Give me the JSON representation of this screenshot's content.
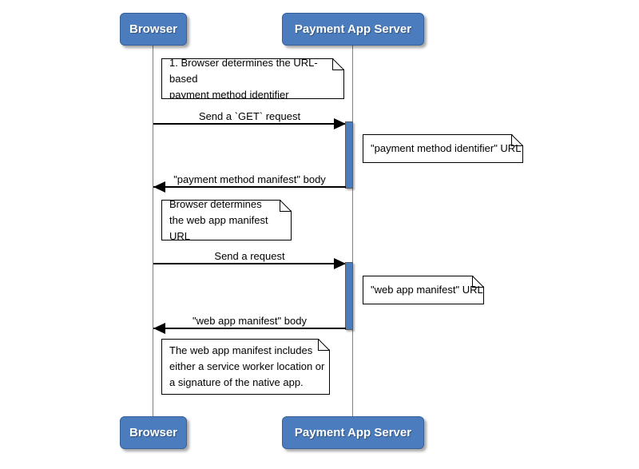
{
  "diagram_type": "uml-sequence",
  "colors": {
    "actor_fill": "#4b7dbe",
    "actor_border": "#35609a",
    "activation_fill": "#4b7dbe",
    "activation_border": "#5a5a5a",
    "lifeline": "#808080",
    "message_line": "#000000",
    "note_bg": "#ffffff",
    "note_border": "#000000"
  },
  "actors": [
    {
      "label": "Browser"
    },
    {
      "label": "Payment App Server"
    }
  ],
  "messages": [
    {
      "label": "Send a `GET` request",
      "from": "Browser",
      "to": "Payment App Server",
      "direction": "right"
    },
    {
      "label": "\"payment method manifest\" body",
      "from": "Payment App Server",
      "to": "Browser",
      "direction": "left"
    },
    {
      "label": "Send a request",
      "from": "Browser",
      "to": "Payment App Server",
      "direction": "right"
    },
    {
      "label": "\"web app manifest\" body",
      "from": "Payment App Server",
      "to": "Browser",
      "direction": "left"
    }
  ],
  "notes": [
    {
      "text": "1. Browser determines the URL-based\npayment method identifier"
    },
    {
      "text": "\"payment method identifier\" URL"
    },
    {
      "text": "Browser determines\nthe web app manifest URL"
    },
    {
      "text": "\"web app manifest\" URL"
    },
    {
      "text": "The web app manifest includes\neither a service worker location or\na signature of the native app."
    }
  ]
}
